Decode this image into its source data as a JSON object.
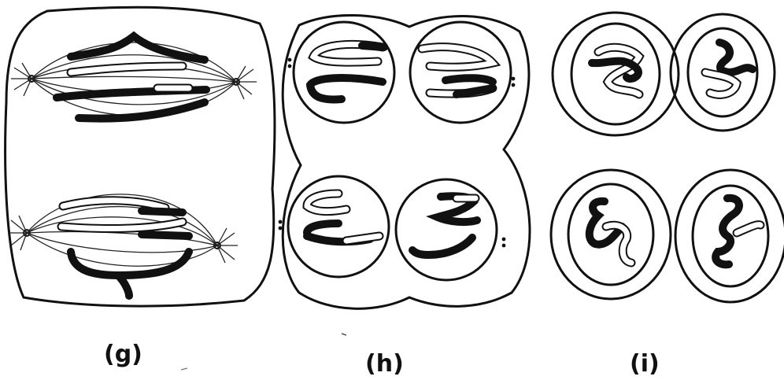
{
  "figure": {
    "panels": [
      {
        "id": "g",
        "label": "(g)"
      },
      {
        "id": "h",
        "label": "(h)"
      },
      {
        "id": "i",
        "label": "(i)"
      }
    ]
  }
}
